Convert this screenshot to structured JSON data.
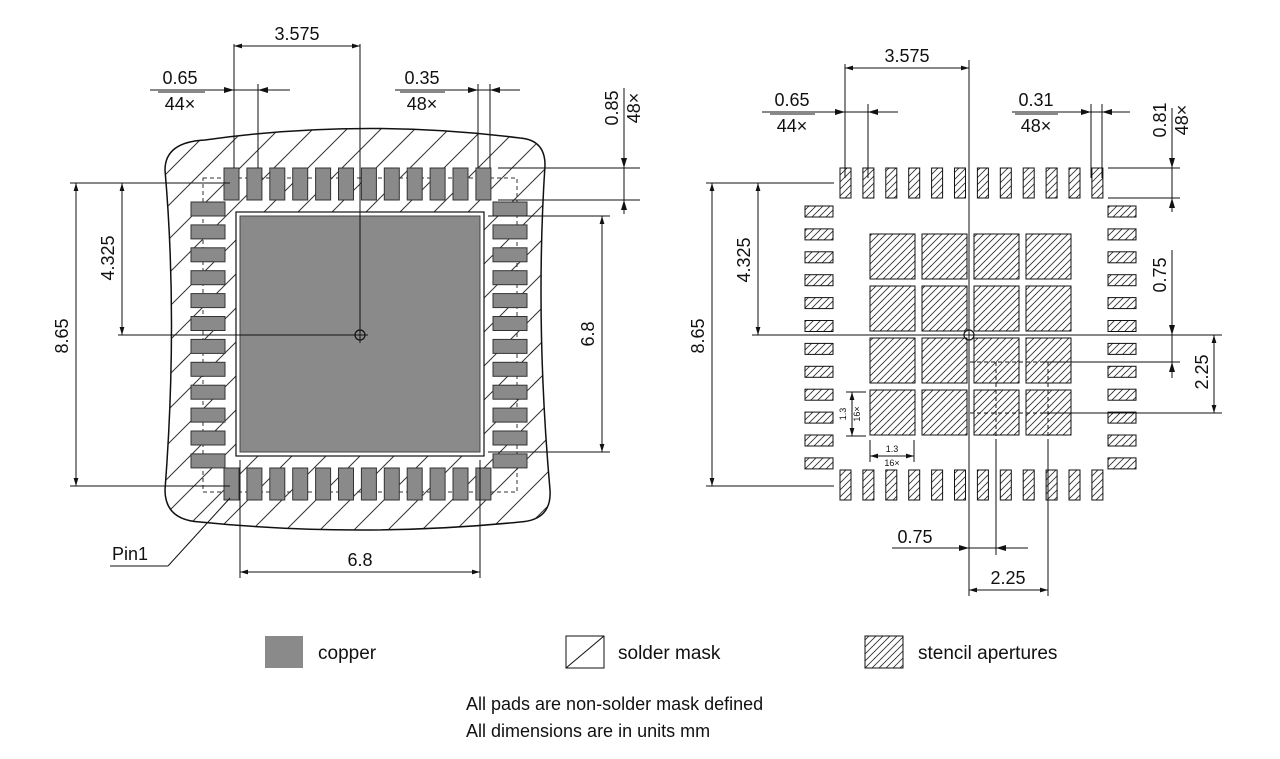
{
  "left_view": {
    "pitch": "0.65",
    "pitch_count": "44×",
    "pad_width": "0.35",
    "pad_width_count": "48×",
    "pad_length": "0.85",
    "pad_length_count": "48×",
    "half_span_h": "3.575",
    "half_span_v": "4.325",
    "full_span": "8.65",
    "thermal_pad_h": "6.8",
    "thermal_pad_v": "6.8",
    "pin1_label": "Pin1"
  },
  "right_view": {
    "pitch": "0.65",
    "pitch_count": "44×",
    "aperture_width": "0.31",
    "aperture_width_count": "48×",
    "aperture_length": "0.81",
    "aperture_length_count": "48×",
    "half_span_h": "3.575",
    "half_span_v": "4.325",
    "full_span": "8.65",
    "aperture_pitch_v": "0.75",
    "aperture_offset_v": "2.25",
    "aperture_pitch_h": "0.75",
    "aperture_offset_h": "2.25",
    "aperture_size_v": "1.3",
    "aperture_size_v_count": "16×",
    "aperture_size_h": "1.3",
    "aperture_size_h_count": "16×"
  },
  "legend": {
    "copper": "copper",
    "solder_mask": "solder mask",
    "stencil": "stencil apertures"
  },
  "notes": {
    "line1": "All pads are non-solder mask defined",
    "line2": "All dimensions are in units mm"
  },
  "colors": {
    "copper_fill": "#8a8a8a",
    "line": "#111111",
    "hatch": "#333333"
  }
}
